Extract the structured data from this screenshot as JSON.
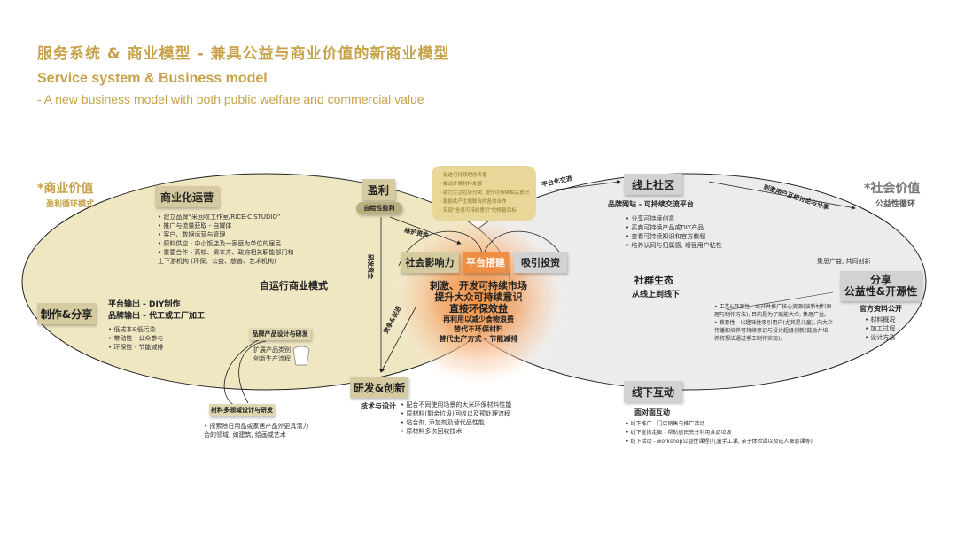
{
  "header": {
    "title_cn": "服务系统 & 商业模型    - 兼具公益与商业价值的新商业模型",
    "title_en": "Service system & Business model",
    "subtitle_en": "- A new business model with both public welfare and commercial value"
  },
  "left": {
    "value_title": "*商业价值",
    "value_sub": "盈利循环模式",
    "loop_label": "自运行商业模式"
  },
  "right": {
    "value_title": "*社会价值",
    "value_sub": "公益性循环",
    "loop_label": "社群生态",
    "loop_sub": "从线上到线下"
  },
  "boxes": {
    "commercial_ops": "商业化运营",
    "profit": "盈利",
    "profit_sub": "自给性盈利",
    "make_share": "制作&分享",
    "rnd": "研发&创新",
    "social_influence": "社会影响力",
    "platform": "平台搭建",
    "attract_invest": "吸引投资",
    "online_community": "线上社区",
    "share_open": "分享",
    "share_open_sub": "公益性&开源性",
    "offline": "线下互动",
    "product_design": "品牌产品设计与研发",
    "material_design": "材料多领域设计与研发"
  },
  "commercial_ops_list": [
    "• 建立品牌“米回收工作室/RICE-C STUDIO”",
    "• 推广与流量获取 - 自媒体",
    "• 客户、数据运营与管理",
    "• 原料供应 - 中小饭店及一家庭为单位的居民",
    "• 重要合作 - 高校、资本方、政府相关职能部门和",
    "   上下游机构 (环保、公益、慈善、艺术机构)"
  ],
  "make_share_text": {
    "line1": "平台输出 - DIY制作",
    "line2": "品牌输出 - 代工或工厂加工",
    "bullets": [
      "• 低成本&低污染",
      "• 带动性 - 公众参与",
      "• 环保性 - 节能减排"
    ]
  },
  "product_design_list": [
    "扩展产品类别",
    "创新生产流程"
  ],
  "material_list": [
    "• 探索除日用品或家居产品外更具潜力",
    "   合的领域, 如建筑, 绘画或艺术"
  ],
  "rnd_text": {
    "label": "技术与设计",
    "bullets": [
      "• 配合不同使用场景的大米环保材料性能",
      "• 原材料(剩余垃圾)回收以及预处理流程",
      "• 粘合剂, 添加剂及替代品性能",
      "• 原材料多次回收技术"
    ]
  },
  "callout_list": [
    "• 促进可持续理念传播",
    "• 推动环保材料发展",
    "• 助力生活垃圾分类, 提升可持续相关意识",
    "• 鼓励共产主题联合的各类合作",
    "• 实现“全员可持续意识”的修复目标"
  ],
  "center_text": {
    "l1": "刺激、开发可持续市场",
    "l2": "提升大众可持续意识",
    "l3": "直接环保效益",
    "l4": "再利用以减少食物浪费",
    "l5": "替代不环保材料",
    "l6": "替代生产方式 - 节能减排"
  },
  "arrow_labels": {
    "platform_exchange": "平台化交流",
    "maintain_funds": "维护资金",
    "rnd_funds": "研发资金",
    "compete": "竞争&促进",
    "stimulate": "刺激用户互相讨论与分享",
    "cocreate": "集思广益, 共同创新"
  },
  "online_text": {
    "label": "品牌网站 - 可持续交流平台",
    "bullets": [
      "• 分享可持续创意",
      "• 买卖可持续产品或DIY产品",
      "• 查看可持续知识和官方教程",
      "• 培养认同与归属感, 增强用户粘性"
    ]
  },
  "share_open_text": {
    "lines": [
      "• 工艺&开源性 - 公开并推广核心资源(该新材料原",
      "   理与制作方法), 目的是为了赋能大众, 集思广益。",
      "• 教育性 - 以趣味性吸引用户(尤其是儿童), 向大众",
      "   传播和培养可持续意识与设计超级创新(鼓励并培",
      "   养将想法通过手工制作实现)。"
    ],
    "official": "官方资料公开",
    "official_list": [
      "• 材料概况",
      "• 加工过程",
      "• 设计方法"
    ]
  },
  "offline_text": {
    "label": "面对面互动",
    "bullets": [
      "• 线下推广 - 门店销售与推广活动",
      "• 线下宣换走廊 - 帮助居民充分利用食品垃圾",
      "• 线下活动 - workshop公益性课程(儿童手工课, 亲子体验课以及成人解惑课等)"
    ]
  },
  "colors": {
    "gold": "#c7a24a",
    "tan": "#d6cba0",
    "left_fill": "#efe6c2",
    "right_fill": "#ececec",
    "center": "#f19a4f"
  }
}
